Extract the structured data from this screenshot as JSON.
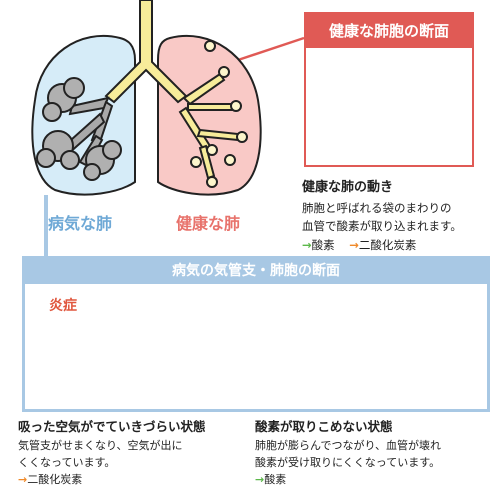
{
  "lungs": {
    "sick_label": "病気な肺",
    "healthy_label": "健康な肺"
  },
  "healthy_section": {
    "title": "健康な肺胞の断面",
    "heading": "健康な肺の動き",
    "body_line1": "肺胞と呼ばれる袋のまわりの",
    "body_line2": "血管で酸素が取り込まれます。",
    "legend_oxygen": "酸素",
    "legend_co2": "二酸化炭素"
  },
  "sick_section": {
    "title": "病気の気管支・肺胞の断面",
    "inflammation_label": "炎症",
    "left_heading": "吸った空気がでていきづらい状態",
    "left_body": "気管支がせまくなり、空気が出に\nくくなっています。",
    "left_legend": "二酸化炭素",
    "right_heading": "酸素が取りこめない状態",
    "right_body": "肺胞が膨らんでつながり、血管が壊れ\n酸素が受け取りにくくなっています。",
    "right_legend": "酸素"
  },
  "colors": {
    "sick_lung": "#d6ecf8",
    "healthy_lung": "#f9c9c6",
    "trachea": "#f7ec9a",
    "alveolus": "#fdf6cc",
    "vessel": "#7dc855",
    "inflammation": "#f39a5e",
    "oxygen_arrow": "#5cb84a",
    "co2_arrow": "#f08a2a",
    "healthy_accent": "#e05a55",
    "sick_accent": "#a8c8e4"
  },
  "arrow_glyph": "→"
}
